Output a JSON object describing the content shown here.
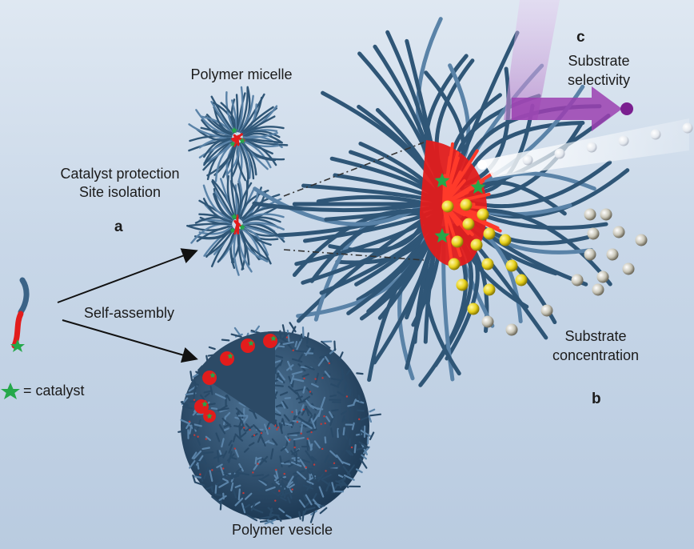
{
  "labels": {
    "polymer_micelle": "Polymer micelle",
    "catalyst_protection": "Catalyst protection",
    "site_isolation": "Site isolation",
    "panel_a": "a",
    "self_assembly": "Self-assembly",
    "catalyst_legend": "= catalyst",
    "polymer_vesicle": "Polymer vesicle",
    "panel_b": "b",
    "panel_c": "c",
    "substrate_selectivity_1": "Substrate",
    "substrate_selectivity_2": "selectivity",
    "substrate_concentration_1": "Substrate",
    "substrate_concentration_2": "concentration"
  },
  "colors": {
    "strand": "#2f5677",
    "strand_light": "#5a83a8",
    "core": "#e21c1c",
    "catalyst": "#25a84a",
    "substrate_yellow": "#e8d21c",
    "selectivity_arrow": "#9b3fb0",
    "arrow": "#111111"
  },
  "icons": [
    "catalyst-star-icon",
    "polymer-chain-icon",
    "selectivity-arrow-icon",
    "substrate-bead-icon"
  ]
}
